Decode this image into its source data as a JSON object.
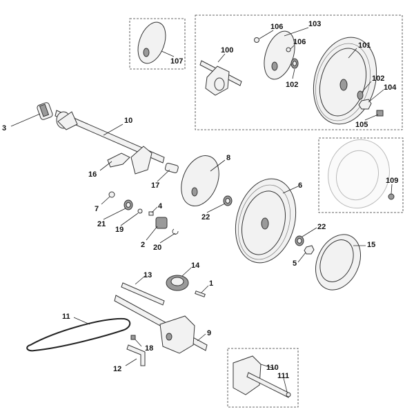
{
  "diagram": {
    "labels": {
      "p1": "1",
      "p2": "2",
      "p3": "3",
      "p4": "4",
      "p5": "5",
      "p6": "6",
      "p7": "7",
      "p8": "8",
      "p9": "9",
      "p10": "10",
      "p11": "11",
      "p12": "12",
      "p13": "13",
      "p14": "14",
      "p15": "15",
      "p16": "16",
      "p17": "17",
      "p18": "18",
      "p19": "19",
      "p20": "20",
      "p21": "21",
      "p22a": "22",
      "p22b": "22",
      "p100": "100",
      "p101": "101",
      "p102a": "102",
      "p102b": "102",
      "p103": "103",
      "p104": "104",
      "p105": "105",
      "p106a": "106",
      "p106b": "106",
      "p107": "107",
      "p109": "109",
      "p110": "110",
      "p111": "111"
    }
  }
}
